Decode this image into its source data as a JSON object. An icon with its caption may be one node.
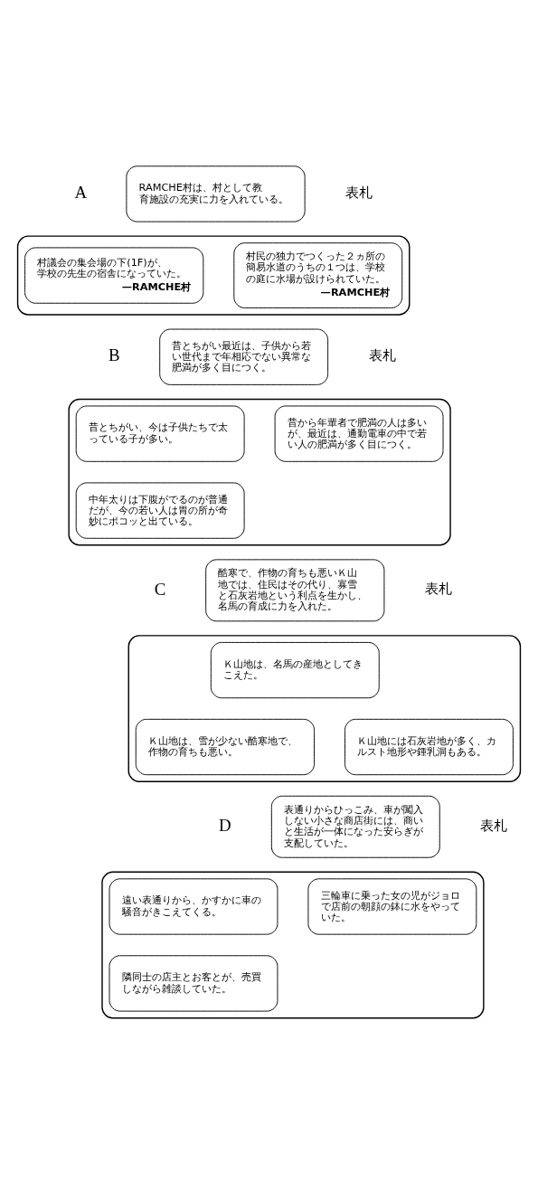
{
  "diagram": {
    "nodes": [
      {
        "text": [
          "RAMCHE村は、村として教育施設の充実に力を入れている。"
        ],
        "beside": [
          "表札"
        ]
      },
      {
        "text": [],
        "shape": "box"
      },
      {
        "text": [
          "村議会の集会場の下(1F)が、学校の先生の宿舎になっていた。",
          "—RAMCHE村"
        ],
        "in": 1
      },
      {
        "text": [
          "村民の独力でつくった２ヵ所の簡易水道のうちの１つは、学校の庭に水場が設けられていた。",
          "—RAMCHE村"
        ],
        "in": 1
      },
      {
        "text": [
          "昔とちがい最近は、子供から若い世代まで年相応でない異常な肥満が多く目につく。"
        ],
        "beside": [
          "表札"
        ]
      },
      {
        "text": [],
        "shape": "box"
      },
      {
        "text": [
          "昔とちがい、今は子供たちで太っている子が多い。"
        ],
        "in": 5
      },
      {
        "text": [
          "昔から年輩者で肥満の人は多いが、最近は、通勤電車の中で若い人の肥満が多く目につく。"
        ],
        "in": 5
      },
      {
        "text": [
          "中年太りは下腹がでるのが普通だが、今の若い人は胃の所が奇妙にポコッと出ている。"
        ],
        "in": 5
      },
      {
        "text": [
          "酷寒で、作物の育ちも悪いＫ山地では、住民はその代り、寡雪と石灰岩地という利点を生かし、名馬の育成に力を入れた。"
        ],
        "beside": [
          "表札"
        ]
      },
      {
        "text": [],
        "shape": "box"
      },
      {
        "text": [
          "Ｋ山地は、名馬の産地としてきこえた。"
        ],
        "in": 10
      },
      {
        "text": [
          "Ｋ山地は、雪が少ない酷寒地で、作物の育ちも悪い。"
        ],
        "in": 10
      },
      {
        "text": [
          "Ｋ山地には石灰岩地が多く、カルスト地形や鍾乳洞もある。"
        ],
        "in": 10
      },
      {
        "text": [
          "表通りからひっこみ、車が闖入しない小さな商店街には、商いと生活が一体になった安らぎが支配していた。"
        ],
        "beside": [
          "表札"
        ]
      },
      {
        "text": [],
        "shape": "box"
      },
      {
        "text": [
          "遠い表通りから、かすかに車の騒音がきこえてくる。"
        ],
        "in": 15
      },
      {
        "text": [
          "三輪車に乗った女の児がジョロで店前の朝顔の鉢に水をやっていた。"
        ],
        "in": 15
      },
      {
        "text": [
          "隣同士の店主とお客とが、売買しながら雑談していた。"
        ],
        "in": 15
      }
    ],
    "labels": [
      "A",
      "B",
      "C",
      "D"
    ]
  }
}
